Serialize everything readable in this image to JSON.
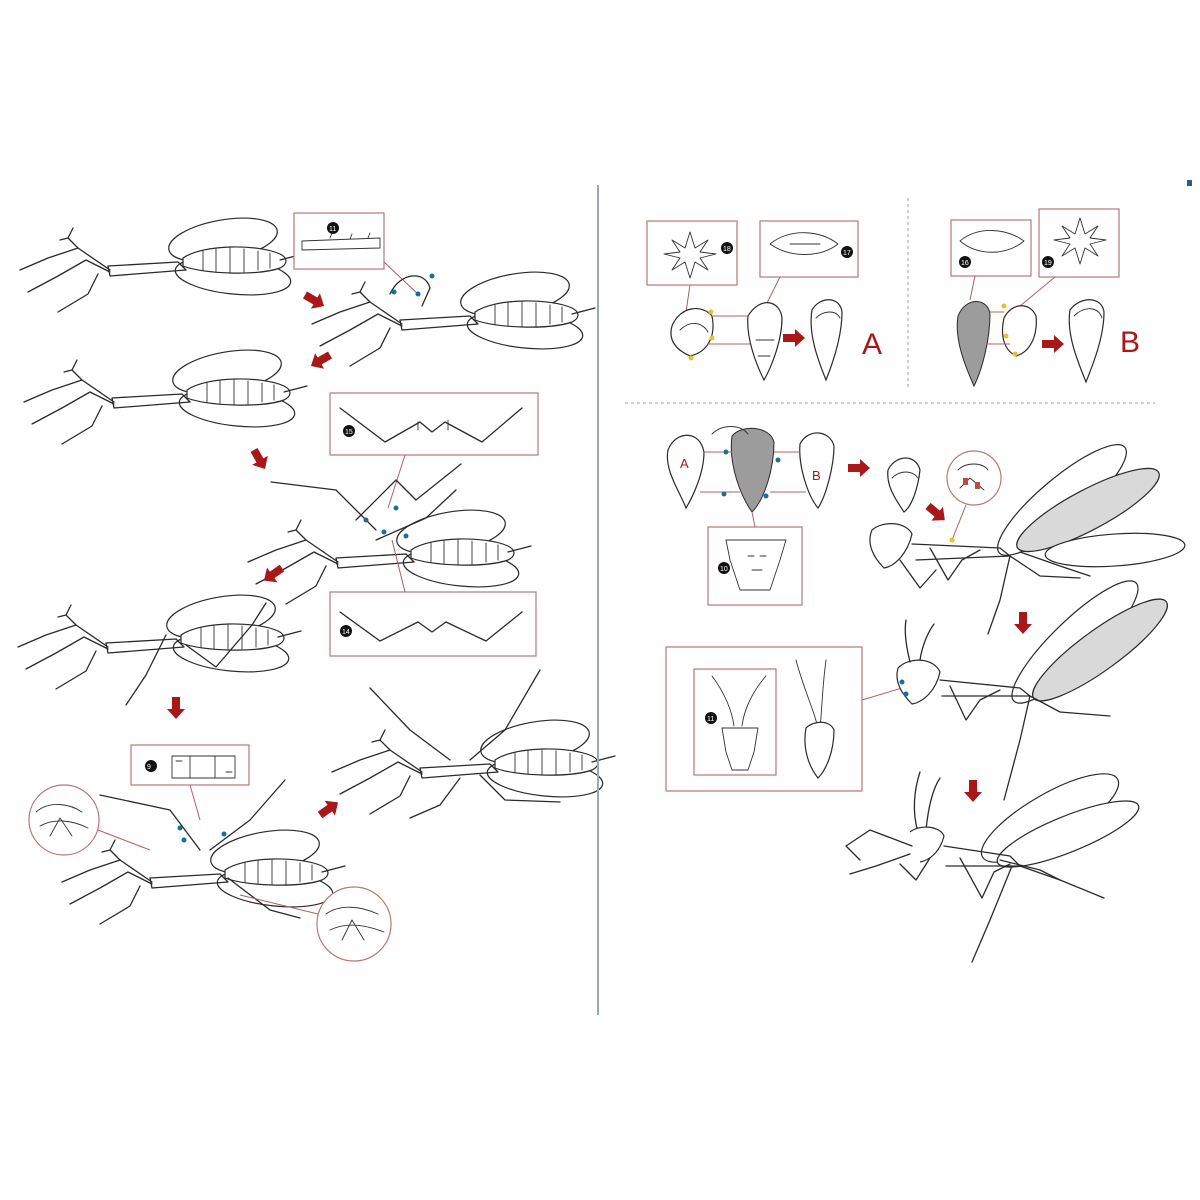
{
  "figure": {
    "panel_letters": {
      "a_large": "A",
      "b_large": "B",
      "a_small": "A",
      "b_small": "B"
    },
    "colors": {
      "arrow": "#a81818",
      "callout_border": "#b87878",
      "dot_blue": "#1c6c9c",
      "dot_yellow": "#e8c12a",
      "divider": "#9aa7b4"
    },
    "icons": [
      "arrow-right-icon",
      "arrow-down-icon",
      "arrow-down-left-icon"
    ]
  }
}
